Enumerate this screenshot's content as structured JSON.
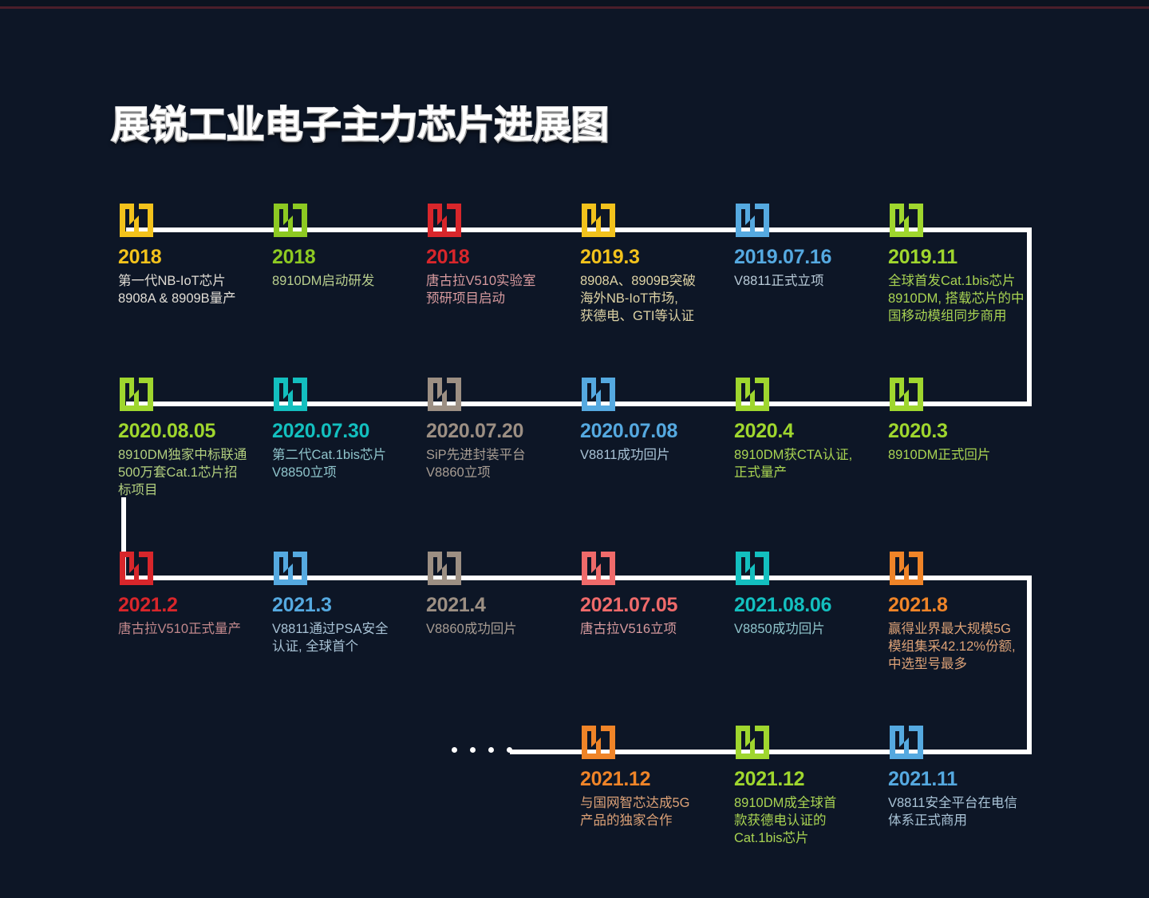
{
  "page": {
    "title": "展锐工业电子主力芯片进展图",
    "background_color": "#0d1626",
    "rail_color": "#ffffff",
    "top_accent_color": "#4a1e2a"
  },
  "rows": [
    {
      "name": "row-2018-2019",
      "items": [
        {
          "date": "2018",
          "desc": "第一代NB-IoT芯片\n8908A & 8909B量产",
          "color": "#f2c21c",
          "desc_color": "#e0dcd4"
        },
        {
          "date": "2018",
          "desc": "8910DM启动研发",
          "color": "#8dc922",
          "desc_color": "#b9cf8e"
        },
        {
          "date": "2018",
          "desc": "唐古拉V510实验室\n预研项目启动",
          "color": "#d8262b",
          "desc_color": "#d79a9e"
        },
        {
          "date": "2019.3",
          "desc": "8908A、8909B突破\n海外NB-IoT市场,\n获德电、GTI等认证",
          "color": "#f2c21c",
          "desc_color": "#ddd2a4"
        },
        {
          "date": "2019.07.16",
          "desc": "V8811正式立项",
          "color": "#55a9e0",
          "desc_color": "#b9cbd8"
        },
        {
          "date": "2019.11",
          "desc": "全球首发Cat.1bis芯片\n8910DM, 搭载芯片的中\n国移动模组同步商用",
          "color": "#9fd62e",
          "desc_color": "#a9d452"
        }
      ]
    },
    {
      "name": "row-2020",
      "items": [
        {
          "date": "2020.08.05",
          "desc": "8910DM独家中标联通\n500万套Cat.1芯片招\n标项目",
          "color": "#9fd62e",
          "desc_color": "#b2cf7e"
        },
        {
          "date": "2020.07.30",
          "desc": "第二代Cat.1bis芯片\nV8850立项",
          "color": "#13bfbf",
          "desc_color": "#8fc4cb"
        },
        {
          "date": "2020.07.20",
          "desc": "SiP先进封装平台\nV8860立项",
          "color": "#9c8f83",
          "desc_color": "#a79c92"
        },
        {
          "date": "2020.07.08",
          "desc": "V8811成功回片",
          "color": "#55a9e0",
          "desc_color": "#a9c3d6"
        },
        {
          "date": "2020.4",
          "desc": "8910DM获CTA认证,\n正式量产",
          "color": "#9fd62e",
          "desc_color": "#a9d452"
        },
        {
          "date": "2020.3",
          "desc": "8910DM正式回片",
          "color": "#9fd62e",
          "desc_color": "#a9d452"
        }
      ]
    },
    {
      "name": "row-2021-a",
      "items": [
        {
          "date": "2021.2",
          "desc": "唐古拉V510正式量产",
          "color": "#d8262b",
          "desc_color": "#c0878b"
        },
        {
          "date": "2021.3",
          "desc": "V8811通过PSA安全\n认证, 全球首个",
          "color": "#55a9e0",
          "desc_color": "#a9c3d6"
        },
        {
          "date": "2021.4",
          "desc": "V8860成功回片",
          "color": "#9c8f83",
          "desc_color": "#a79c92"
        },
        {
          "date": "2021.07.05",
          "desc": "唐古拉V516立项",
          "color": "#ef6a6a",
          "desc_color": "#d79a9e"
        },
        {
          "date": "2021.08.06",
          "desc": "V8850成功回片",
          "color": "#13bfbf",
          "desc_color": "#8fc4cb"
        },
        {
          "date": "2021.8",
          "desc": "赢得业界最大规模5G\n模组集采42.12%份额,\n中选型号最多",
          "color": "#ef8428",
          "desc_color": "#dda277"
        }
      ]
    },
    {
      "name": "row-2021-b",
      "items": [
        {
          "date": "2021.12",
          "desc": "与国网智芯达成5G\n产品的独家合作",
          "color": "#ef8428",
          "desc_color": "#dda277"
        },
        {
          "date": "2021.12",
          "desc": "8910DM成全球首\n款获德电认证的\nCat.1bis芯片",
          "color": "#9fd62e",
          "desc_color": "#a9d452"
        },
        {
          "date": "2021.11",
          "desc": "V8811安全平台在电信\n体系正式商用",
          "color": "#55a9e0",
          "desc_color": "#a9c3d6"
        }
      ]
    }
  ],
  "icons": {
    "marker": "flag-bracket-icon"
  }
}
